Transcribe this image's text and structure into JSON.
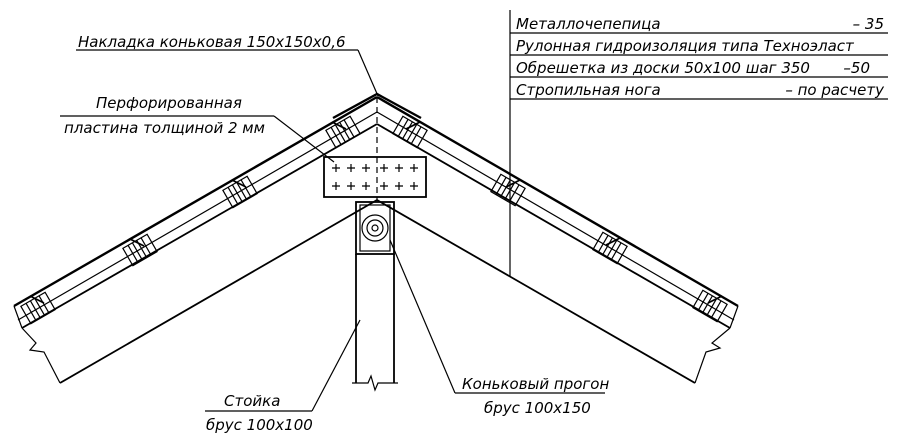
{
  "labels": {
    "ridge_cover": "Накладка коньковая 150х150х0,6",
    "perforated_plate_line1": "Перфорированная",
    "perforated_plate_line2": "пластина толщиной 2 мм",
    "post_line1": "Стойка",
    "post_line2": "брус 100х100",
    "ridge_purlin_line1": "Коньковый прогон",
    "ridge_purlin_line2": "брус 100х150"
  },
  "layers": [
    {
      "name": "Металлочепепица",
      "value": "– 35"
    },
    {
      "name": "Рулонная гидроизоляция типа Техноэласт",
      "value": ""
    },
    {
      "name": "Обрешетка из доски 50х100   шаг 350",
      "value": "–50"
    },
    {
      "name": "Стропильная нога",
      "value": "– по расчету"
    }
  ]
}
